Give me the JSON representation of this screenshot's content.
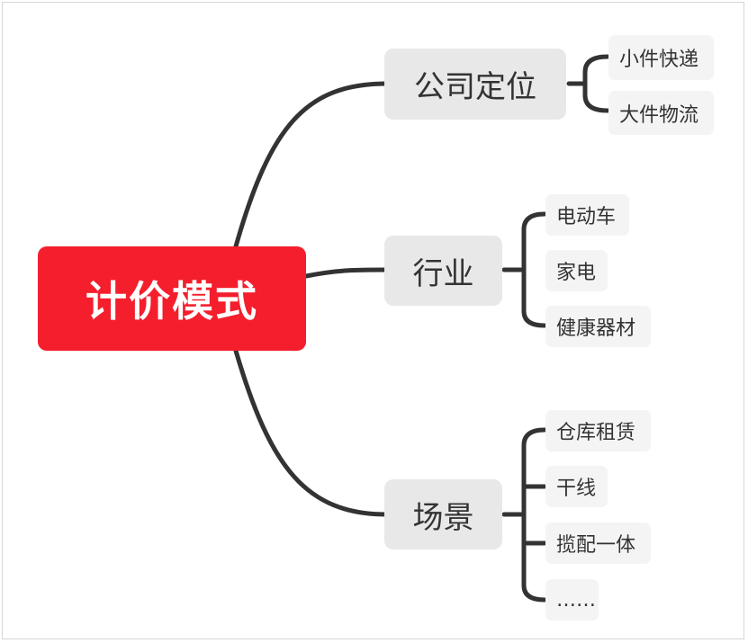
{
  "root": {
    "label": "计价模式"
  },
  "branches": [
    {
      "label": "公司定位",
      "children": [
        "小件快递",
        "大件物流"
      ]
    },
    {
      "label": "行业",
      "children": [
        "电动车",
        "家电",
        "健康器材"
      ]
    },
    {
      "label": "场景",
      "children": [
        "仓库租赁",
        "干线",
        "揽配一体",
        "……"
      ]
    }
  ],
  "colors": {
    "root": "#f41e2c",
    "branch_bg": "#e8e8e8",
    "leaf_bg": "#f4f4f4",
    "line": "#333333"
  }
}
